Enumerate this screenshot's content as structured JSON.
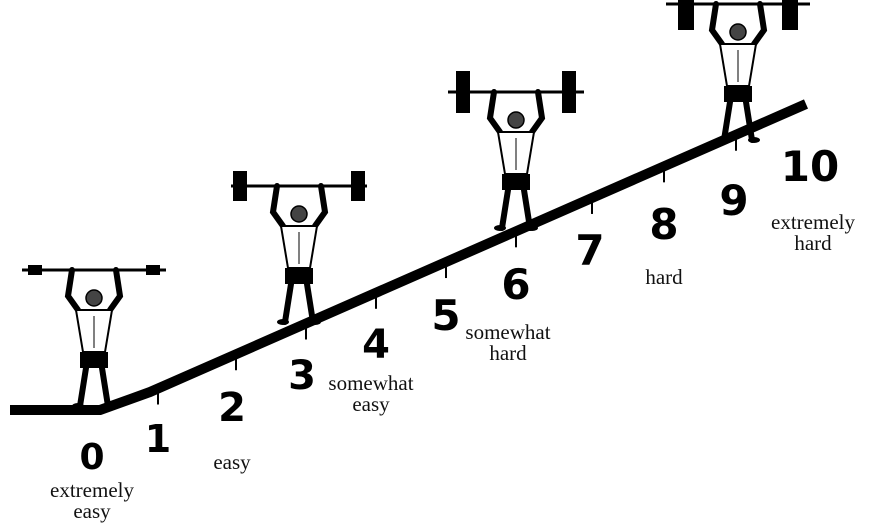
{
  "scale": [
    {
      "value": "0",
      "label": [
        "extremely",
        "easy"
      ]
    },
    {
      "value": "1",
      "label": []
    },
    {
      "value": "2",
      "label": [
        "easy"
      ]
    },
    {
      "value": "3",
      "label": []
    },
    {
      "value": "4",
      "label": [
        "somewhat",
        "easy"
      ]
    },
    {
      "value": "5",
      "label": []
    },
    {
      "value": "6",
      "label": [
        "somewhat",
        "hard"
      ]
    },
    {
      "value": "7",
      "label": []
    },
    {
      "value": "8",
      "label": [
        "hard"
      ]
    },
    {
      "value": "9",
      "label": []
    },
    {
      "value": "10",
      "label": [
        "extremely",
        "hard"
      ]
    }
  ],
  "figures": [
    {
      "name": "lifter-light",
      "weight": "very light barbell"
    },
    {
      "name": "lifter-medium",
      "weight": "medium barbell"
    },
    {
      "name": "lifter-heavy",
      "weight": "heavy barbell"
    },
    {
      "name": "lifter-maximal",
      "weight": "maximal barbell"
    }
  ],
  "colors": {
    "ink": "#000000",
    "background": "#ffffff"
  }
}
